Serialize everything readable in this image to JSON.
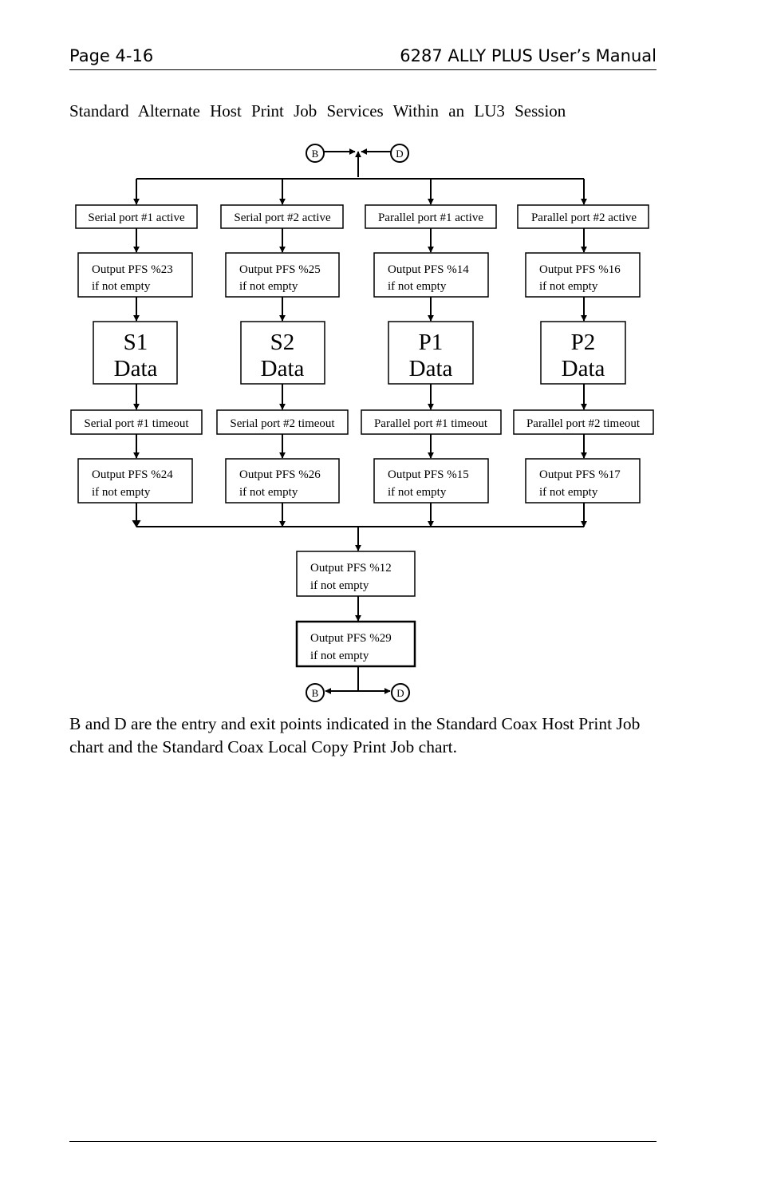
{
  "header": {
    "page_label": "Page 4-16",
    "manual_title": "6287 ALLY PLUS User’s Manual"
  },
  "section_title": "Standard Alternate Host Print Job Services Within an LU3 Session",
  "flowchart": {
    "connector_b": "B",
    "connector_d": "D",
    "columns": [
      {
        "active_label": "Serial port #1 active",
        "output_before_1": "Output PFS %23",
        "output_before_2": "if not empty",
        "data_line_1": "S1",
        "data_line_2": "Data",
        "timeout_label": "Serial port #1 timeout",
        "output_after_1": "Output PFS %24",
        "output_after_2": "if not empty"
      },
      {
        "active_label": "Serial port #2 active",
        "output_before_1": "Output PFS %25",
        "output_before_2": "if not empty",
        "data_line_1": "S2",
        "data_line_2": "Data",
        "timeout_label": "Serial port #2 timeout",
        "output_after_1": "Output PFS %26",
        "output_after_2": "if not empty"
      },
      {
        "active_label": "Parallel port #1 active",
        "output_before_1": "Output PFS %14",
        "output_before_2": "if not empty",
        "data_line_1": "P1",
        "data_line_2": "Data",
        "timeout_label": "Parallel port #1 timeout",
        "output_after_1": "Output PFS %15",
        "output_after_2": "if not empty"
      },
      {
        "active_label": "Parallel port #2 active",
        "output_before_1": "Output PFS %16",
        "output_before_2": "if not empty",
        "data_line_1": "P2",
        "data_line_2": "Data",
        "timeout_label": "Parallel port #2 timeout",
        "output_after_1": "Output PFS %17",
        "output_after_2": "if not empty"
      }
    ],
    "merge_output_1": "Output PFS %12",
    "merge_output_2": "if not empty",
    "final_output_1": "Output PFS %29",
    "final_output_2": "if not empty"
  },
  "caption": "B and D are the entry and exit points indicated in the Standard Coax Host Print Job chart and the Standard Coax Local Copy Print Job chart."
}
